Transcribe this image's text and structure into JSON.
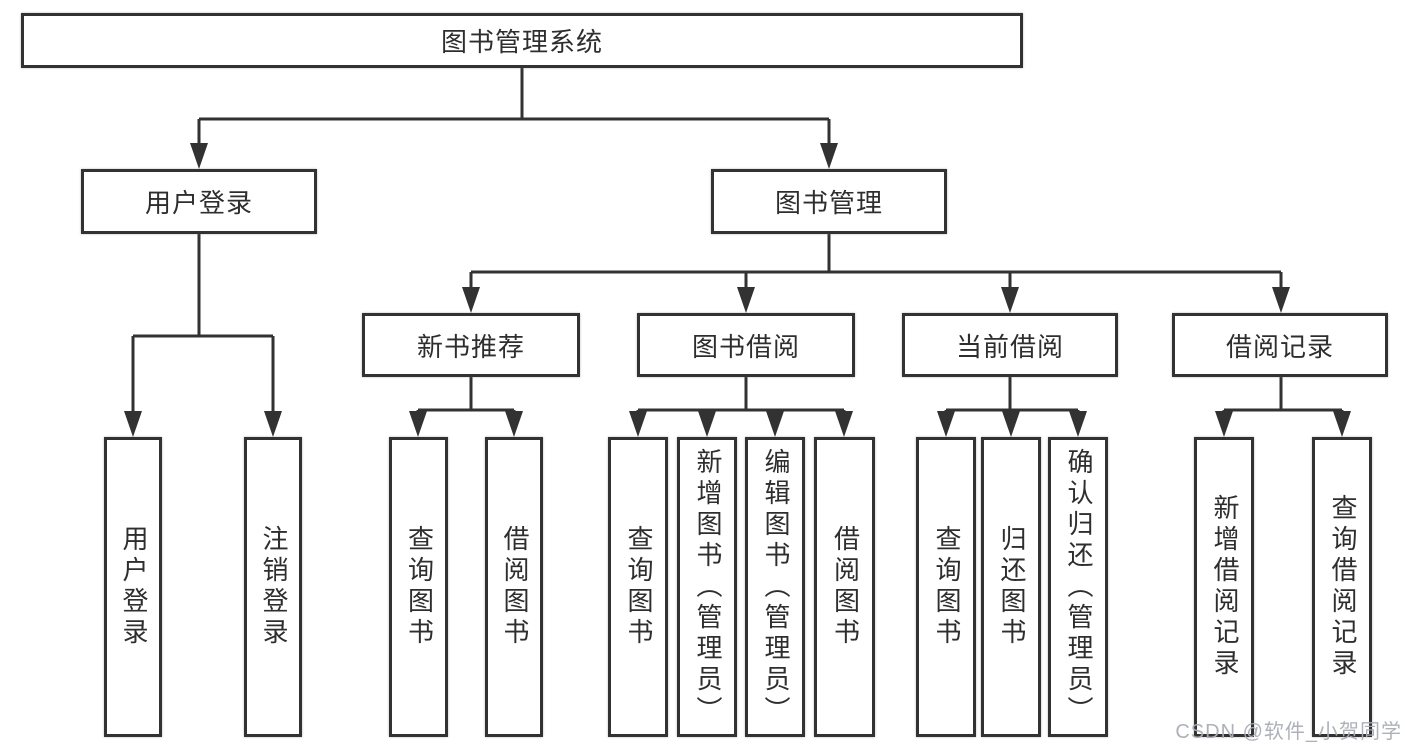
{
  "tree": {
    "label": "图书管理系统",
    "children": [
      {
        "label": "用户登录",
        "children": [
          {
            "label": "用户登录"
          },
          {
            "label": "注销登录"
          }
        ]
      },
      {
        "label": "图书管理",
        "children": [
          {
            "label": "新书推荐",
            "children": [
              {
                "label": "查询图书"
              },
              {
                "label": "借阅图书"
              }
            ]
          },
          {
            "label": "图书借阅",
            "children": [
              {
                "label": "查询图书"
              },
              {
                "label": "新增图书（管理员）"
              },
              {
                "label": "编辑图书（管理员）"
              },
              {
                "label": "借阅图书"
              }
            ]
          },
          {
            "label": "当前借阅",
            "children": [
              {
                "label": "查询图书"
              },
              {
                "label": "归还图书"
              },
              {
                "label": "确认归还（管理员）"
              }
            ]
          },
          {
            "label": "借阅记录",
            "children": [
              {
                "label": "新增借阅记录"
              },
              {
                "label": "查询借阅记录"
              }
            ]
          }
        ]
      }
    ]
  },
  "watermark": {
    "text": "CSDN @软件_小贺同学"
  },
  "colors": {
    "line": "#323232",
    "box_border": "#323232",
    "box_background": "#ffffff",
    "text": "#2e2e2e",
    "watermark": "#aaadb6"
  }
}
